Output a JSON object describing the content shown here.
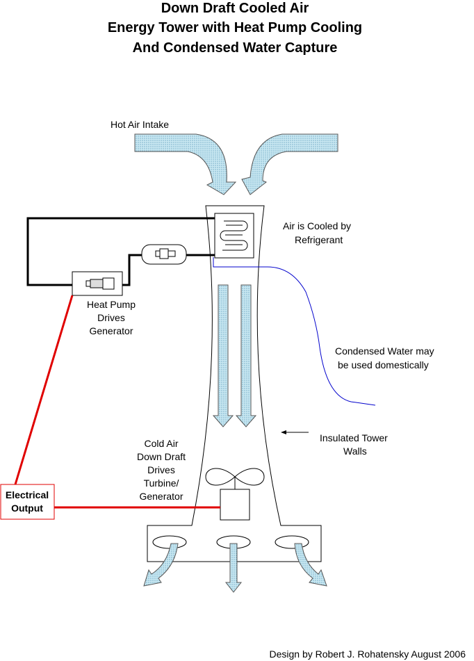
{
  "title": {
    "line1": "Down Draft Cooled Air",
    "line2": "Energy Tower with Heat Pump Cooling",
    "line3": "And Condensed Water Capture"
  },
  "labels": {
    "hot_air_intake": "Hot Air Intake",
    "air_cooled_line1": "Air is Cooled by",
    "air_cooled_line2": "Refrigerant",
    "heat_pump_line1": "Heat Pump",
    "heat_pump_line2": "Drives",
    "heat_pump_line3": "Generator",
    "condensed_line1": "Condensed Water may",
    "condensed_line2": "be used domestically",
    "insulated_line1": "Insulated Tower",
    "insulated_line2": "Walls",
    "cold_air_line1": "Cold Air",
    "cold_air_line2": "Down Draft",
    "cold_air_line3": "Drives",
    "cold_air_line4": "Turbine/",
    "cold_air_line5": "Generator",
    "electrical_line1": "Electrical",
    "electrical_line2": "Output"
  },
  "credit": "Design by Robert J. Rohatensky August 2006",
  "colors": {
    "air_fill": "#bfe3ef",
    "power_line": "#e00000",
    "water_line": "#0000cc",
    "outline": "#000000"
  }
}
